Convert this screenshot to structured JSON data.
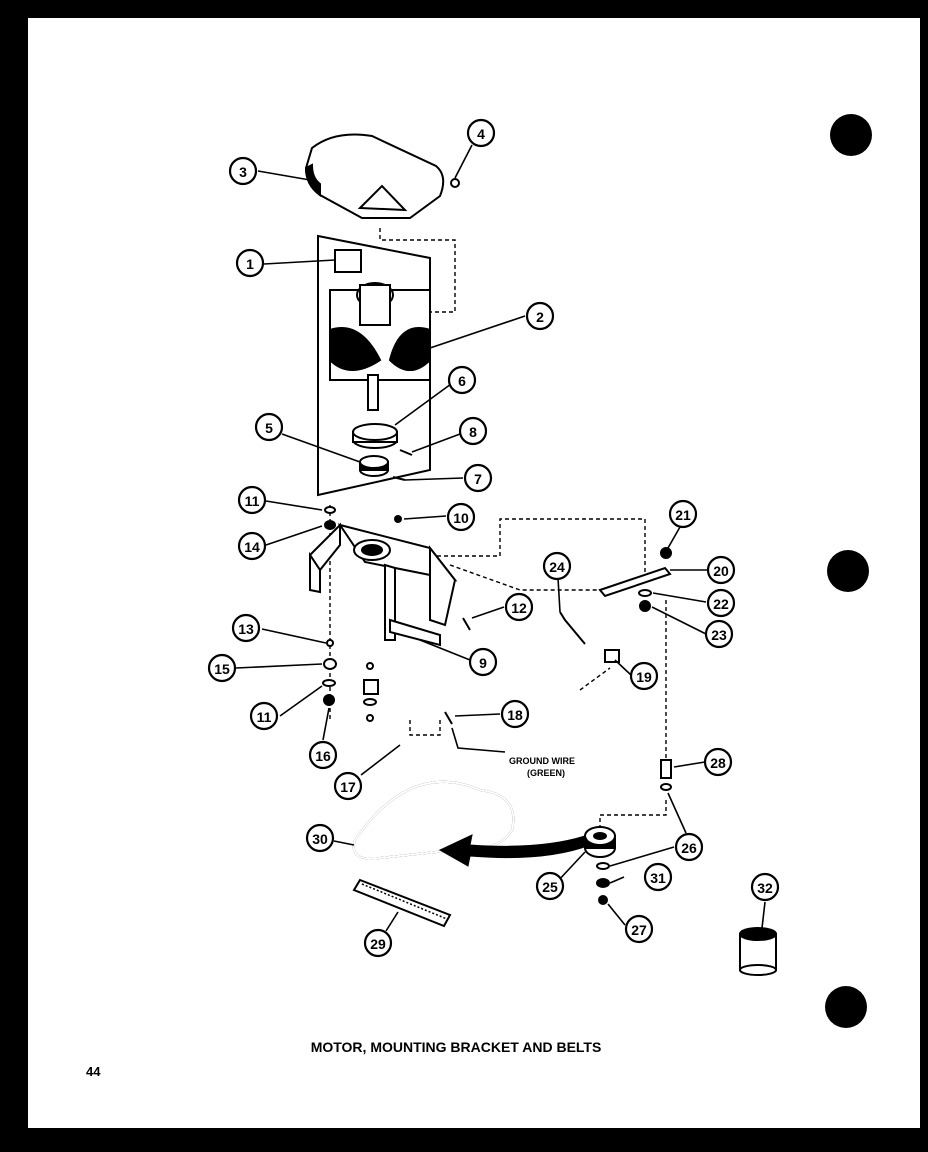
{
  "title": "MOTOR, MOUNTING BRACKET AND BELTS",
  "page_number": "44",
  "ground_wire_label_line1": "GROUND WIRE",
  "ground_wire_label_line2": "(GREEN)",
  "callouts": [
    {
      "label": "1"
    },
    {
      "label": "2"
    },
    {
      "label": "3"
    },
    {
      "label": "4"
    },
    {
      "label": "5"
    },
    {
      "label": "6"
    },
    {
      "label": "8"
    },
    {
      "label": "7"
    },
    {
      "label": "11"
    },
    {
      "label": "10"
    },
    {
      "label": "14"
    },
    {
      "label": "9"
    },
    {
      "label": "12"
    },
    {
      "label": "13"
    },
    {
      "label": "15"
    },
    {
      "label": "11"
    },
    {
      "label": "16"
    },
    {
      "label": "17"
    },
    {
      "label": "18"
    },
    {
      "label": "21"
    },
    {
      "label": "20"
    },
    {
      "label": "22"
    },
    {
      "label": "23"
    },
    {
      "label": "24"
    },
    {
      "label": "19"
    },
    {
      "label": "28"
    },
    {
      "label": "26"
    },
    {
      "label": "25"
    },
    {
      "label": "31"
    },
    {
      "label": "27"
    },
    {
      "label": "30"
    },
    {
      "label": "29"
    },
    {
      "label": "32"
    }
  ],
  "colors": {
    "ink": "#000000",
    "paper": "#ffffff",
    "border": "#000000"
  }
}
